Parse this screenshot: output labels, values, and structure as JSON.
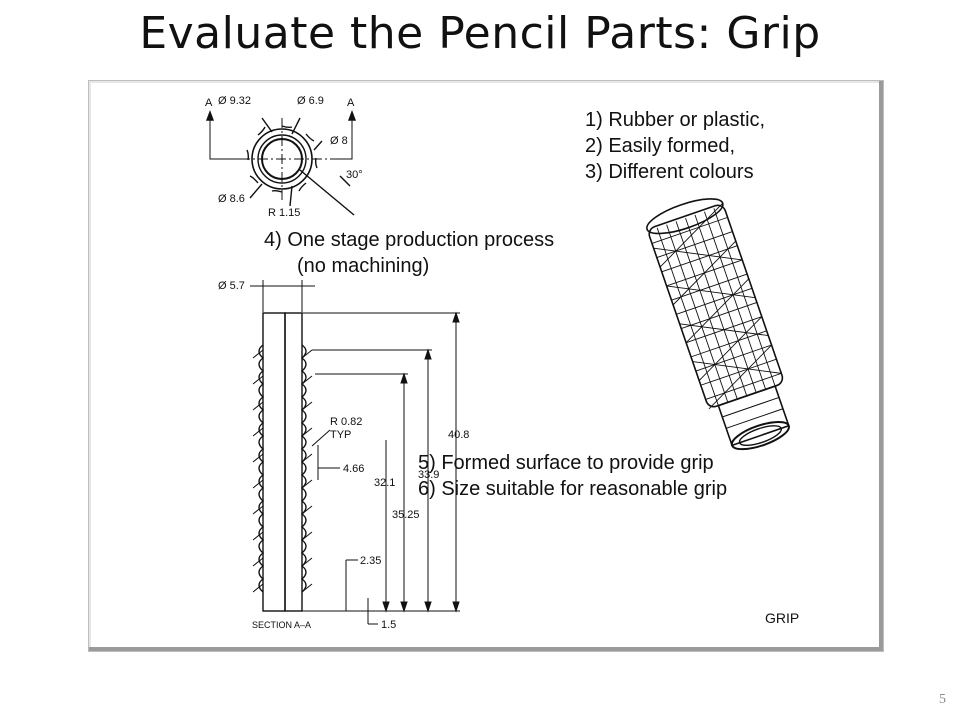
{
  "slide": {
    "title": "Evaluate the Pencil Parts: Grip",
    "number": "5"
  },
  "notes": {
    "n1": "1) Rubber or plastic,",
    "n2": "2) Easily formed,",
    "n3": "3) Different colours",
    "n4a": "4) One stage production process",
    "n4b": "(no machining)",
    "n5": "5) Formed surface to provide grip",
    "n6": "6) Size suitable for reasonable grip"
  },
  "drawing": {
    "dims": {
      "od_932": "Ø 9.32",
      "od_69": "Ø 6.9",
      "od_8": "Ø 8",
      "od_86": "Ø 8.6",
      "r115": "R 1.15",
      "angle30": "30°",
      "section_a_left": "A",
      "section_a_right": "A",
      "od_57": "Ø 5.7",
      "r082": "R 0.82",
      "typ": "TYP",
      "d466": "4.66",
      "d321": "32.1",
      "d3525": "35.25",
      "d408": "40.8",
      "d339": "33.9",
      "d235": "2.35",
      "d15": "1.5",
      "section_label": "SECTION   A–A",
      "part_name": "GRIP"
    }
  }
}
